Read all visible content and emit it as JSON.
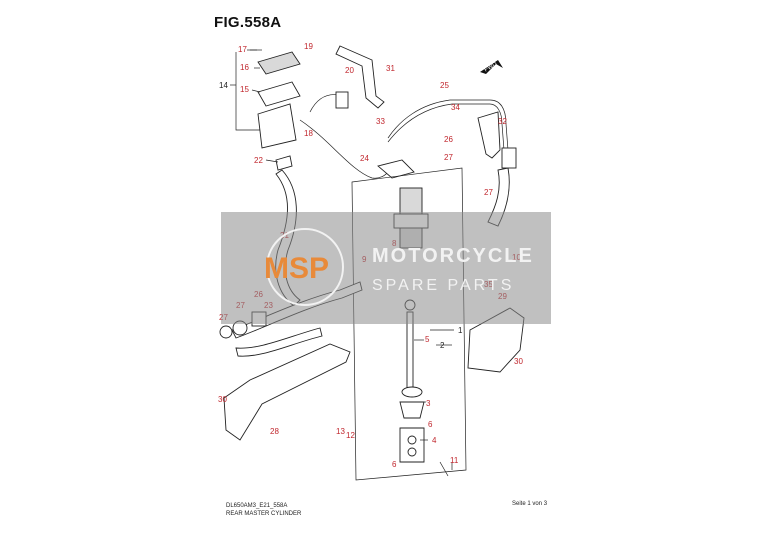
{
  "figure": {
    "title": "FIG.558A",
    "code": "DL650AM3_E21_558A",
    "name": "REAR MASTER CYLINDER",
    "page": "Seite 1 von 3"
  },
  "direction_tag": "FWD",
  "watermark": {
    "logo": "MSP",
    "line1": "MOTORCYCLE",
    "line2": "SPARE PARTS"
  },
  "callouts": {
    "n1": "1",
    "n2": "2",
    "n3": "3",
    "n4": "4",
    "n5": "5",
    "n6": "6",
    "n8": "8",
    "n9": "9",
    "n10": "10",
    "n11": "11",
    "n12": "12",
    "n13": "13",
    "n14": "14",
    "n15": "15",
    "n16": "16",
    "n17": "17",
    "n18": "18",
    "n19": "19",
    "n20": "20",
    "n21": "21",
    "n22": "22",
    "n23": "23",
    "n24": "24",
    "n25": "25",
    "n26": "26",
    "n27": "27",
    "n28": "28",
    "n29": "29",
    "n30": "30",
    "n31": "31",
    "n32": "32",
    "n33": "33",
    "n34": "34",
    "n35": "35"
  },
  "colors": {
    "callout": "#c0262d",
    "line": "#222222",
    "watermark_logo": "#e88a3a"
  }
}
